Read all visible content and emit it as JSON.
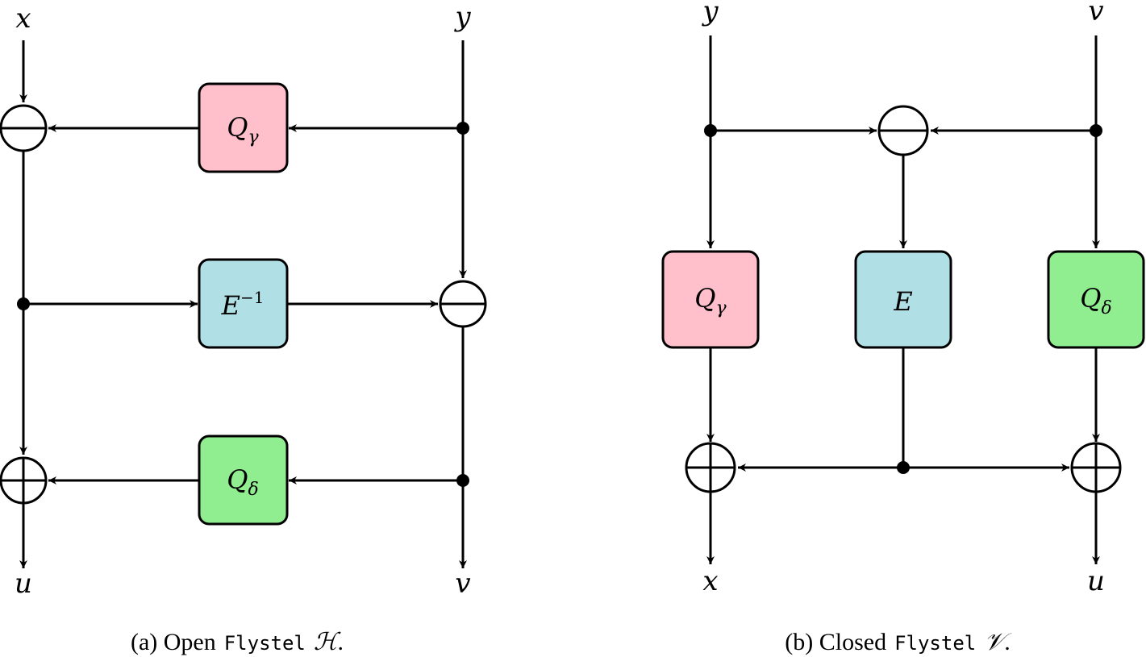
{
  "panel_a": {
    "inputs": {
      "left": "x",
      "right": "y"
    },
    "outputs": {
      "left": "u",
      "right": "v"
    },
    "boxes": {
      "top": {
        "main": "Q",
        "sub": "γ",
        "color": "#ffc0cb"
      },
      "middle": {
        "main": "E",
        "sup": "−1",
        "color": "#b0e0e6"
      },
      "bottom": {
        "main": "Q",
        "sub": "δ",
        "color": "#90ee90"
      }
    },
    "caption": {
      "prefix": "(a)  Open",
      "name": "Flystel",
      "symbol": "ℋ",
      "suffix": "."
    }
  },
  "panel_b": {
    "inputs": {
      "left": "y",
      "right": "v"
    },
    "outputs": {
      "left": "x",
      "right": "u"
    },
    "boxes": {
      "left": {
        "main": "Q",
        "sub": "γ",
        "color": "#ffc0cb"
      },
      "middle": {
        "main": "E",
        "color": "#b0e0e6"
      },
      "right": {
        "main": "Q",
        "sub": "δ",
        "color": "#90ee90"
      }
    },
    "caption": {
      "prefix": "(b)  Closed",
      "name": "Flystel",
      "symbol": "𝒱",
      "suffix": "."
    }
  }
}
